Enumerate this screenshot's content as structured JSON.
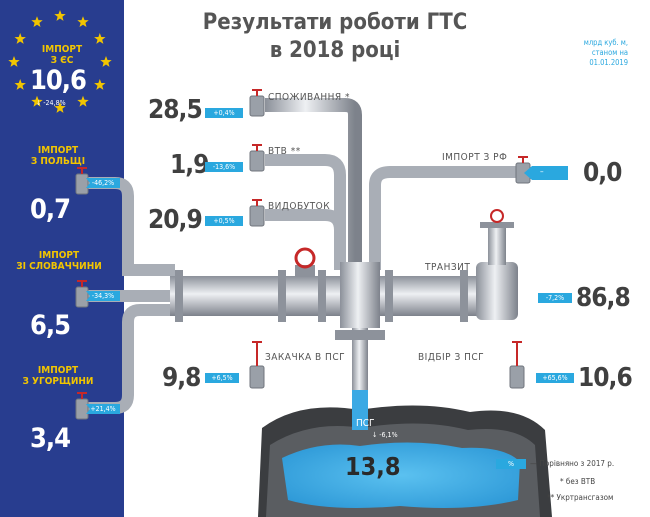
{
  "title": {
    "line1": "Результати роботи ГТС",
    "line2": "в 2018 році"
  },
  "units": {
    "line1": "млрд куб. м,",
    "line2": "станом на",
    "line3": "01.01.2019"
  },
  "colors": {
    "panel": "#283d8f",
    "title_yellow": "#f2c500",
    "badge": "#2aa8df",
    "gas": "#3ba9e4",
    "pipe": "#b7bcc4",
    "valve_red": "#c62828"
  },
  "eu": {
    "title_line1": "ІМПОРТ",
    "title_line2": "З ЄС",
    "value": "10,6",
    "change": "-24,8%",
    "arrow": "↓"
  },
  "poland": {
    "title_line1": "ІМПОРТ",
    "title_line2": "З ПОЛЬЩІ",
    "value": "0,7",
    "badge": "-46,2%"
  },
  "slovakia": {
    "title_line1": "ІМПОРТ",
    "title_line2": "ЗІ СЛОВАЧЧИНИ",
    "value": "6,5",
    "badge": "-34,3%"
  },
  "hungary": {
    "title_line1": "ІМПОРТ",
    "title_line2": "З УГОРЩИНИ",
    "value": "3,4",
    "badge": "+21,4%"
  },
  "consumption": {
    "label": "СПОЖИВАННЯ *",
    "value": "28,5",
    "badge": "+0,4%"
  },
  "vtv": {
    "label": "ВТВ **",
    "value": "1,9",
    "badge": "-13,6%"
  },
  "production": {
    "label": "ВИДОБУТОК",
    "value": "20,9",
    "badge": "+0,5%"
  },
  "import_rf": {
    "label": "ІМПОРТ З РФ",
    "value": "0,0",
    "badge": "–"
  },
  "transit": {
    "label": "ТРАНЗИТ",
    "value": "86,8",
    "badge": "-7,2%"
  },
  "injection": {
    "label": "ЗАКАЧКА В ПСГ",
    "value": "9,8",
    "badge": "+6,5%"
  },
  "withdrawal": {
    "label": "ВІДБІР З ПСГ",
    "value": "10,6",
    "badge": "+65,6%"
  },
  "storage": {
    "label": "ПСГ",
    "value": "13,8",
    "change": "-6,1%",
    "arrow": "↓"
  },
  "legend": {
    "badge": "%",
    "text": "— Порівняно з 2017 р.",
    "note1": "* без ВТВ",
    "note2": "** Укртрансгазом"
  }
}
